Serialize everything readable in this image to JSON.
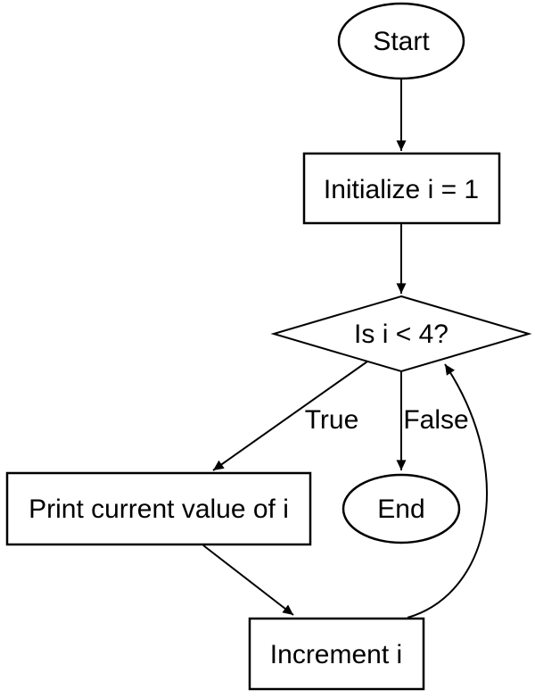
{
  "diagram": {
    "background_color": "#ffffff",
    "stroke_color": "#000000",
    "text_color": "#000000",
    "nodes": {
      "start": {
        "label": "Start",
        "shape": "oval"
      },
      "initialize": {
        "label": "Initialize i = 1",
        "shape": "rectangle"
      },
      "condition": {
        "label": "Is i < 4?",
        "shape": "diamond"
      },
      "print": {
        "label": "Print current value of i",
        "shape": "rectangle"
      },
      "end": {
        "label": "End",
        "shape": "oval"
      },
      "increment": {
        "label": "Increment i",
        "shape": "rectangle"
      }
    },
    "edges": [
      {
        "from": "start",
        "to": "initialize",
        "label": ""
      },
      {
        "from": "initialize",
        "to": "condition",
        "label": ""
      },
      {
        "from": "condition",
        "to": "print",
        "label": "True"
      },
      {
        "from": "condition",
        "to": "end",
        "label": "False"
      },
      {
        "from": "print",
        "to": "increment",
        "label": ""
      },
      {
        "from": "increment",
        "to": "condition",
        "label": ""
      }
    ]
  }
}
